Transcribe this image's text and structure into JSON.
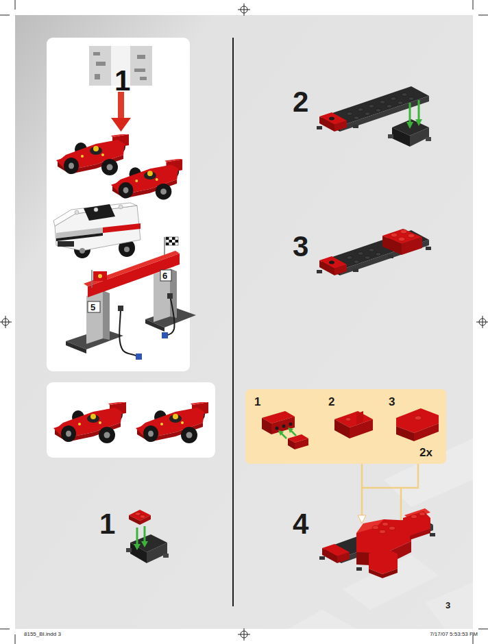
{
  "diagram": {
    "nodes": [
      {
        "text": [
          "1"
        ]
      },
      {
        "text": [
          "1",
          "2",
          "3",
          "2x"
        ]
      }
    ],
    "labels": [
      "1",
      "2",
      "3",
      "4",
      "3",
      "8155_BI.indd 3",
      "7/17/07 5:53:53 PM"
    ]
  }
}
